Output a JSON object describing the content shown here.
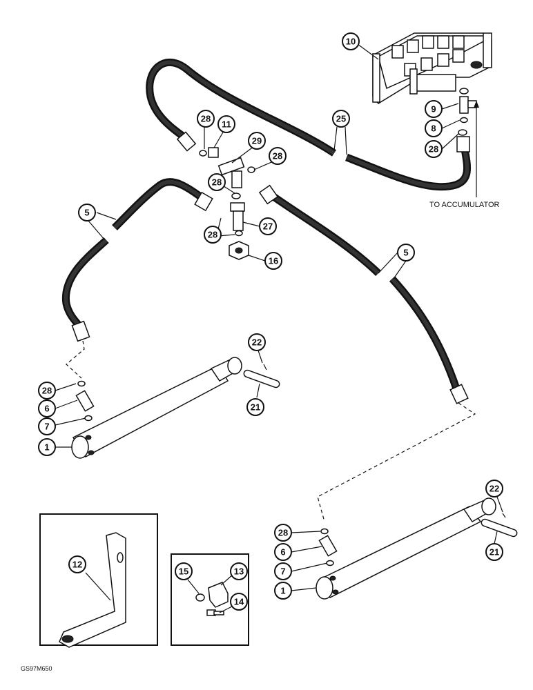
{
  "callouts": [
    "10",
    "28",
    "11",
    "29",
    "25",
    "28",
    "9",
    "8",
    "28",
    "28",
    "5",
    "28",
    "27",
    "28",
    "16",
    "5",
    "22",
    "28",
    "6",
    "7",
    "1",
    "21",
    "22",
    "28",
    "6",
    "7",
    "1",
    "21",
    "12",
    "15",
    "13",
    "14"
  ],
  "labels": {
    "accumulator": "TO ACCUMULATOR",
    "drawing_code": "GS97M650"
  }
}
